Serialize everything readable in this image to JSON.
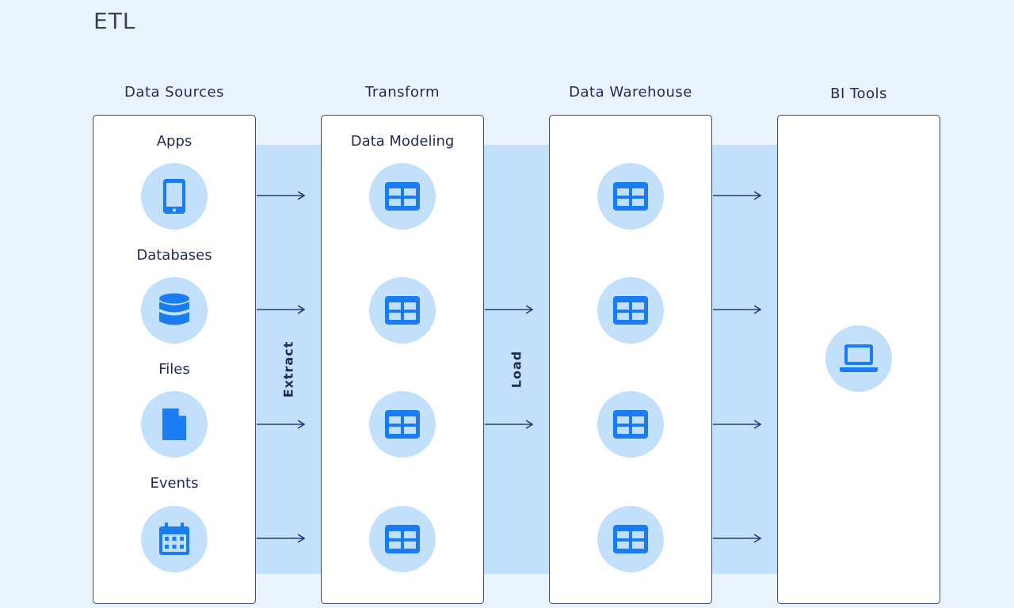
{
  "title": "ETL",
  "columns": [
    {
      "heading": "Data Sources"
    },
    {
      "heading": "Transform"
    },
    {
      "heading": "Data Warehouse"
    },
    {
      "heading": "BI Tools"
    }
  ],
  "sources": [
    {
      "label": "Apps",
      "icon": "mobile-phone-icon"
    },
    {
      "label": "Databases",
      "icon": "database-icon"
    },
    {
      "label": "Files",
      "icon": "file-icon"
    },
    {
      "label": "Events",
      "icon": "calendar-icon"
    }
  ],
  "transform": {
    "label": "Data Modeling",
    "icon": "table-icon"
  },
  "warehouse": {
    "icon": "table-icon"
  },
  "bi": {
    "icon": "laptop-icon"
  },
  "edges": {
    "extract_label": "Extract",
    "load_label": "Load"
  },
  "colors": {
    "accent": "#1a7cf2",
    "band": "#c2e0fb",
    "background": "#eaf4fe",
    "stroke": "#3a4a7a"
  }
}
